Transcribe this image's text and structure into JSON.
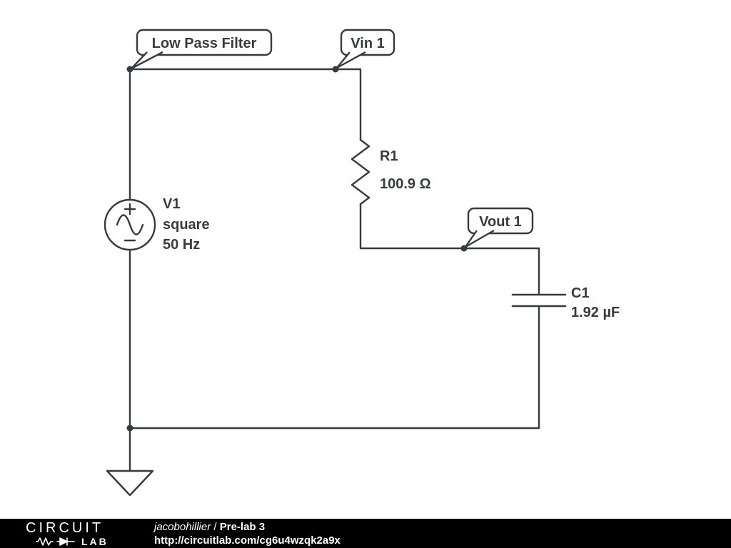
{
  "colors": {
    "wire": "#363b3e",
    "schematic_text": "#363b3e",
    "background": "#ffffff",
    "footer_background": "#000000",
    "footer_text": "#ffffff"
  },
  "schematic": {
    "callouts": {
      "low_pass_filter": "Low Pass Filter",
      "vin": "Vin 1",
      "vout": "Vout 1"
    },
    "source": {
      "designator": "V1",
      "waveform": "square",
      "frequency": "50 Hz"
    },
    "resistor": {
      "designator": "R1",
      "value": "100.9 Ω"
    },
    "capacitor": {
      "designator": "C1",
      "value": "1.92 µF"
    }
  },
  "footer": {
    "logo_top": "CIRCUIT",
    "logo_bottom": "LAB",
    "author": "jacobohillier",
    "separator": " / ",
    "project": "Pre-lab 3",
    "url": "http://circuitlab.com/cg6u4wzqk2a9x"
  }
}
